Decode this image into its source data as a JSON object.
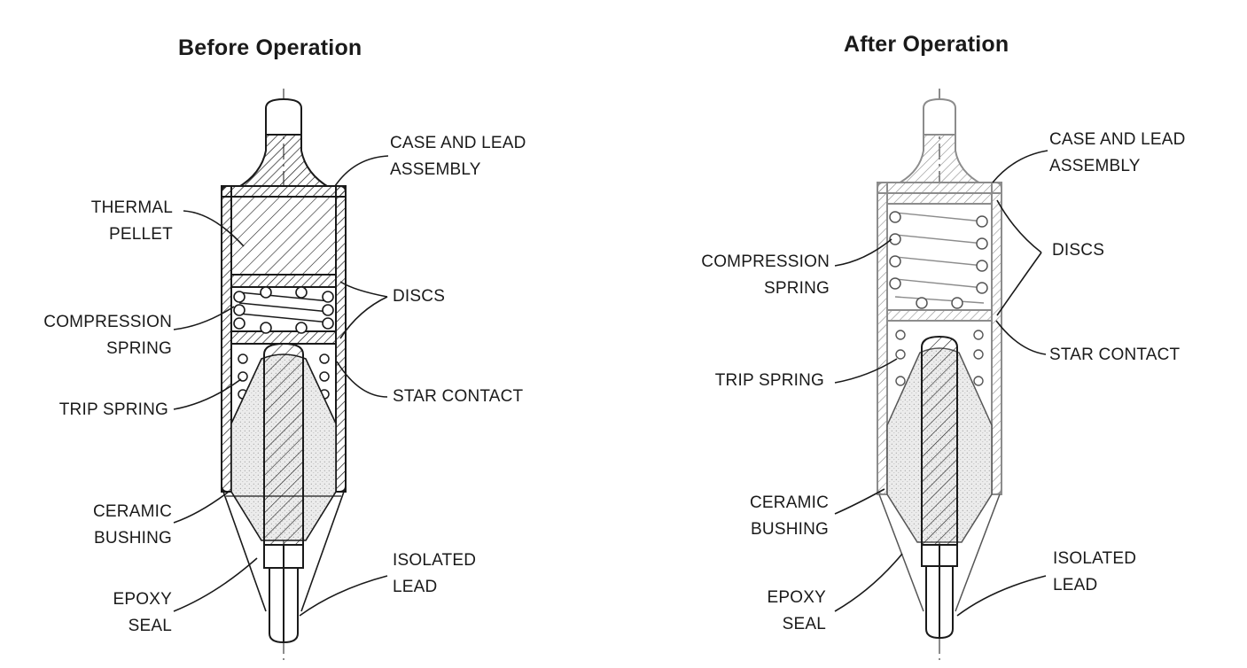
{
  "before": {
    "title": "Before Operation",
    "labels": {
      "case_and_lead": [
        "CASE AND LEAD",
        "ASSEMBLY"
      ],
      "thermal_pellet": [
        "THERMAL",
        "PELLET"
      ],
      "discs": [
        "DISCS"
      ],
      "compression_spring": [
        "COMPRESSION",
        "SPRING"
      ],
      "star_contact": [
        "STAR CONTACT"
      ],
      "trip_spring": [
        "TRIP SPRING"
      ],
      "ceramic_bushing": [
        "CERAMIC",
        "BUSHING"
      ],
      "isolated_lead": [
        "ISOLATED",
        "LEAD"
      ],
      "epoxy_seal": [
        "EPOXY",
        "SEAL"
      ]
    }
  },
  "after": {
    "title": "After Operation",
    "labels": {
      "case_and_lead": [
        "CASE AND LEAD",
        "ASSEMBLY"
      ],
      "discs": [
        "DISCS"
      ],
      "compression_spring": [
        "COMPRESSION",
        "SPRING"
      ],
      "star_contact": [
        "STAR CONTACT"
      ],
      "trip_spring": [
        "TRIP SPRING"
      ],
      "ceramic_bushing": [
        "CERAMIC",
        "BUSHING"
      ],
      "isolated_lead": [
        "ISOLATED",
        "LEAD"
      ],
      "epoxy_seal": [
        "EPOXY",
        "SEAL"
      ]
    }
  },
  "colors": {
    "ink": "#1a1a1a",
    "shade": "#e6e6e6",
    "light_ink": "#8c8c8c"
  }
}
